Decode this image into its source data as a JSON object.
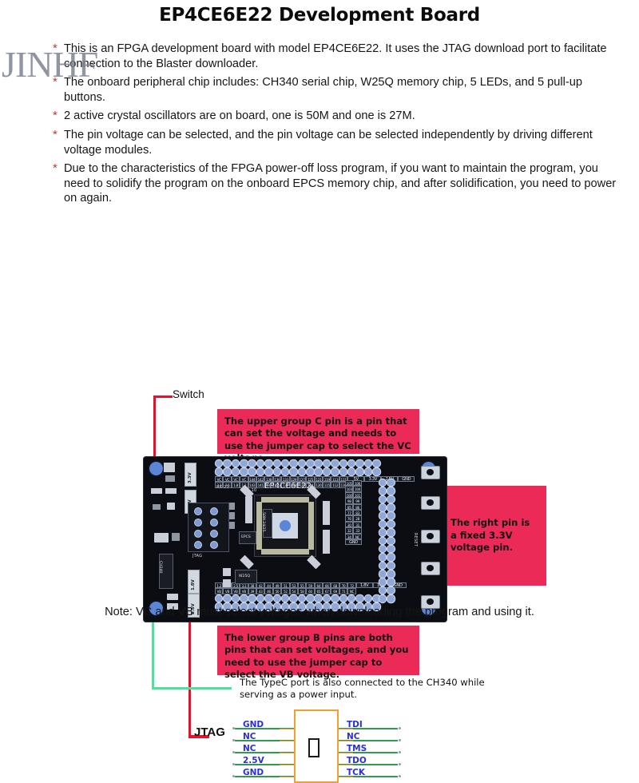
{
  "header": {
    "title": "EP4CE6E22 Development Board"
  },
  "watermark": {
    "text": "JINHF"
  },
  "bullets": [
    "This is an FPGA development board with model EP4CE6E22. It uses the JTAG download port to facilitate connection to the Blaster downloader.",
    "The onboard peripheral chip includes: CH340 serial chip, W25Q memory chip, 5 LEDs, and 5 pull-up buttons.",
    "2 active crystal oscillators are on board, one is 50M and one is 27M.",
    "The pin voltage can be selected, and the pin voltage can be selected independently by driving different voltage modules.",
    "Due to the characteristics of the FPGA power-off loss program, if you want to maintain the program, you need to solidify the program on the onboard EPCS memory chip, and after solidification, you need to power on again."
  ],
  "diagram": {
    "switch_label": "Switch",
    "jtag_label": "JTAG",
    "callout_upper": "The upper group C pin is a pin that can set the voltage and needs to use the jumper cap to select the VC voltage.",
    "callout_right": "The right pin is a fixed 3.3V voltage pin.",
    "callout_lower": "The lower group B pins are both pins that can set voltages, and you need to use the jumper cap to select the VB voltage.",
    "typec_note": "The TypeC port is also connected to the CH340 while serving as a power input.",
    "callout_color": "#ec2a58",
    "pointer_red": "#e8112d",
    "pointer_green": "#4fe0a0"
  },
  "board": {
    "silk_model": "EP4CE6E22",
    "chips": [
      {
        "name": "CH340"
      },
      {
        "name": "W25Q"
      },
      {
        "name": "EPCS"
      },
      {
        "name": "50M 24/25"
      }
    ],
    "regulators": [
      "3.3V",
      "1.2V",
      "1.8V",
      "2.5V"
    ],
    "silk_misc": [
      "RX 23",
      "TX_10",
      "JTAG",
      "RESET",
      "GND"
    ],
    "top_header": {
      "top_labels": [
        "VC",
        "VC",
        "VC",
        "VC",
        "144",
        "142",
        "138",
        "136",
        "133",
        "129",
        "127",
        "125",
        "121",
        "119",
        "113",
        "111"
      ],
      "bottom_labels": [
        "3.3",
        "2.5",
        "1.8",
        "1.2",
        "143",
        "141",
        "137",
        "135",
        "132",
        "128",
        "126",
        "124",
        "120",
        "115",
        "112",
        "110"
      ],
      "power_labels": [
        "5V",
        "3.3V",
        "2.5V",
        "GND"
      ]
    },
    "bottom_header": {
      "top_labels": [
        "1.2",
        "1.8",
        "2.5",
        "3.3",
        "38",
        "42",
        "44",
        "49",
        "51",
        "53",
        "55",
        "59",
        "64",
        "66",
        "68",
        "70",
        "72"
      ],
      "bottom_labels": [
        "VB",
        "VB",
        "VB",
        "VB",
        "39",
        "43",
        "46",
        "50",
        "52",
        "54",
        "58",
        "60",
        "65",
        "67",
        "69",
        "71",
        "NC"
      ],
      "power_labels": [
        "1.8V",
        "1.2V",
        "GND"
      ]
    },
    "right_header": {
      "pairs": [
        [
          "105",
          "106"
        ],
        [
          "103",
          "104"
        ],
        [
          "100",
          "101"
        ],
        [
          "98",
          "99"
        ],
        [
          "85",
          "86"
        ],
        [
          "77",
          "83"
        ],
        [
          "76",
          "28"
        ],
        [
          "30",
          "31"
        ],
        [
          "32",
          "33"
        ],
        [
          "34",
          "NC"
        ]
      ],
      "extra": [
        "GND"
      ]
    }
  },
  "jtag_pinout": {
    "left_pins": [
      "GND",
      "NC",
      "NC",
      "2.5V",
      "GND"
    ],
    "right_pins": [
      "TDI",
      "NC",
      "TMS",
      "TDO",
      "TCK"
    ],
    "box_color": "#f0a030",
    "wire_color": "#2e9b4e",
    "text_color": "#2b2fd0"
  },
  "footer": {
    "note": "Note: VC and VB must select voltages when downloading the program and using it."
  }
}
